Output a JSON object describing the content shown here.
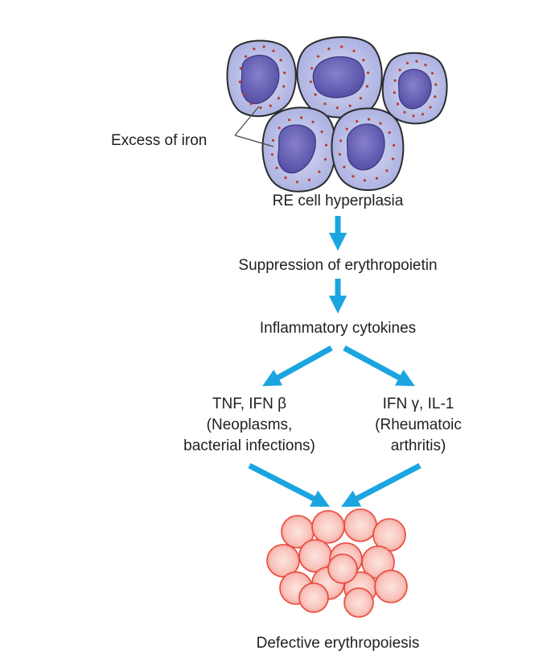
{
  "labels": {
    "excess_iron": "Excess of iron",
    "re_hyperplasia": "RE cell hyperplasia",
    "suppression": "Suppression of erythropoietin",
    "cytokines": "Inflammatory cytokines",
    "left_line1": "TNF, IFN β",
    "left_line2": "(Neoplasms,",
    "left_line3": "bacterial infections)",
    "right_line1": "IFN γ, IL-1",
    "right_line2": "(Rheumatoic",
    "right_line3": "arthritis)",
    "defective": "Defective erythropoiesis"
  },
  "colors": {
    "arrow": "#1aa5e0",
    "cell_fill": "#c4c8ec",
    "cell_outline": "#2b2b2b",
    "nucleus": "#6a64b4",
    "iron_dot": "#c0392b",
    "rbc_fill": "#f7c2ba",
    "rbc_outline": "#e8473c"
  }
}
